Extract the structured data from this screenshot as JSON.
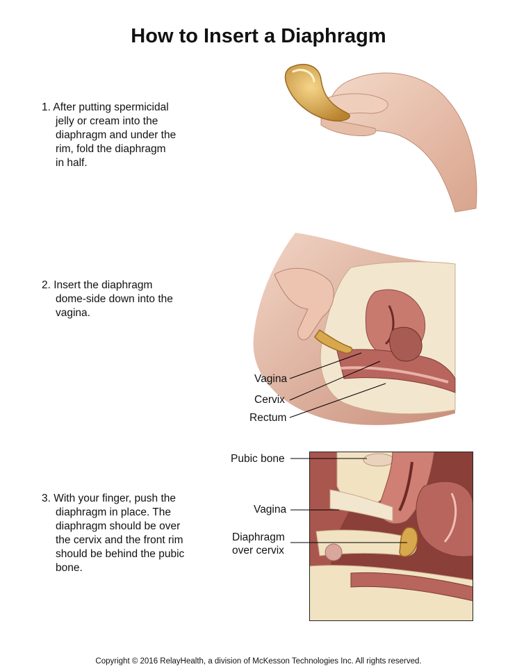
{
  "title": "How to Insert a Diaphragm",
  "steps": [
    {
      "lines": [
        "1. After putting spermicidal",
        "jelly or cream into the",
        "diaphragm and under the",
        "rim, fold the diaphragm",
        "in half."
      ]
    },
    {
      "lines": [
        "2. Insert the diaphragm",
        "dome-side down into the",
        "vagina."
      ]
    },
    {
      "lines": [
        "3. With your finger, push the",
        "diaphragm in place.  The",
        "diaphragm should be over",
        "the cervix and the front rim",
        "should be behind the pubic",
        "bone."
      ]
    }
  ],
  "labels_step2": [
    "Vagina",
    "Cervix",
    "Rectum"
  ],
  "labels_step3": [
    "Pubic bone",
    "Vagina",
    "Diaphragm",
    "over cervix"
  ],
  "footer": "Copyright © 2016 RelayHealth, a division of McKesson Technologies Inc. All rights reserved.",
  "colors": {
    "skin": "#e8c3b0",
    "tissue": "#c97a6f",
    "bone": "#f1e2c2",
    "diaphragm": "#d8a84e"
  }
}
